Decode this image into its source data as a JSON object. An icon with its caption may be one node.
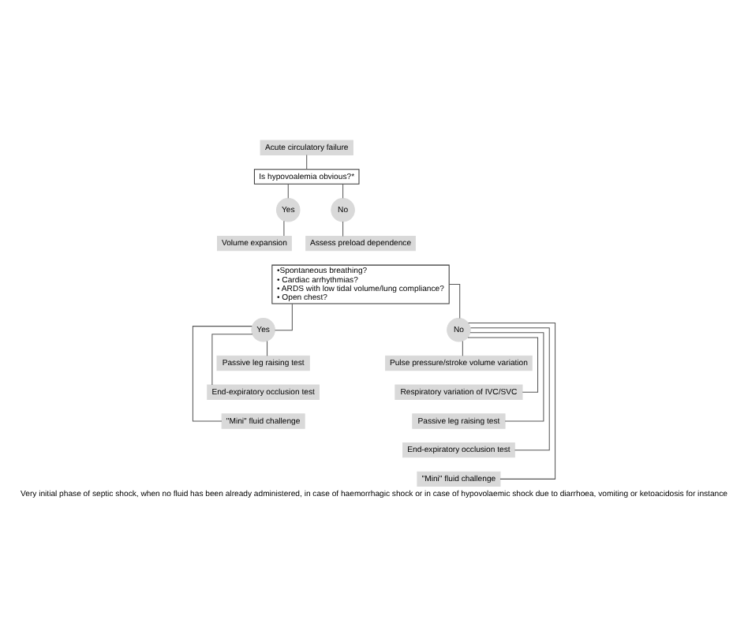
{
  "diagram": {
    "caption": "Very initial phase of septic shock, when no fluid has been already administered, in case of haemorrhagic shock or in case of hypovolaemic shock due to diarrhoea, vomiting or ketoacidosis for instance",
    "nodes": [
      {
        "text": [
          "Acute circulatory failure"
        ]
      },
      {
        "text": [
          "Is hypovoalemia obvious?*"
        ]
      },
      {
        "text": [
          "Yes"
        ]
      },
      {
        "text": [
          "No"
        ]
      },
      {
        "text": [
          "Volume expansion"
        ]
      },
      {
        "text": [
          "Assess preload dependence"
        ]
      },
      {
        "text": [
          "•Spontaneous breathing?",
          "• Cardiac arrhythmias?",
          "• ARDS with low tidal volume/lung compliance?",
          "• Open chest?"
        ]
      },
      {
        "text": [
          "Yes"
        ]
      },
      {
        "text": [
          "No"
        ]
      },
      {
        "text": [
          "Passive leg raising test"
        ]
      },
      {
        "text": [
          "End-expiratory occlusion test"
        ]
      },
      {
        "text": [
          "\"Mini\" fluid challenge"
        ]
      },
      {
        "text": [
          "Pulse pressure/stroke volume variation"
        ]
      },
      {
        "text": [
          "Respiratory variation of IVC/SVC"
        ]
      },
      {
        "text": [
          "Passive leg raising test"
        ]
      },
      {
        "text": [
          "End-expiratory occlusion test"
        ]
      },
      {
        "text": [
          "\"Mini\" fluid challenge"
        ]
      }
    ],
    "edges": [
      {
        "from": 0,
        "to": 1,
        "arrow": "none"
      },
      {
        "from": 1,
        "to": 2,
        "arrow": "none"
      },
      {
        "from": 1,
        "to": 3,
        "arrow": "none"
      },
      {
        "from": 2,
        "to": 4,
        "arrow": "none"
      },
      {
        "from": 3,
        "to": 5,
        "arrow": "none"
      },
      {
        "from": 6,
        "to": 7,
        "arrow": "none"
      },
      {
        "from": 6,
        "to": 8,
        "arrow": "none"
      },
      {
        "from": 7,
        "to": 9,
        "arrow": "none"
      },
      {
        "from": 7,
        "to": 10,
        "arrow": "none"
      },
      {
        "from": 7,
        "to": 11,
        "arrow": "none"
      },
      {
        "from": 8,
        "to": 12,
        "arrow": "none"
      },
      {
        "from": 8,
        "to": 13,
        "arrow": "none"
      },
      {
        "from": 8,
        "to": 14,
        "arrow": "none"
      },
      {
        "from": 8,
        "to": 15,
        "arrow": "none"
      },
      {
        "from": 8,
        "to": 16,
        "arrow": "none"
      }
    ]
  }
}
